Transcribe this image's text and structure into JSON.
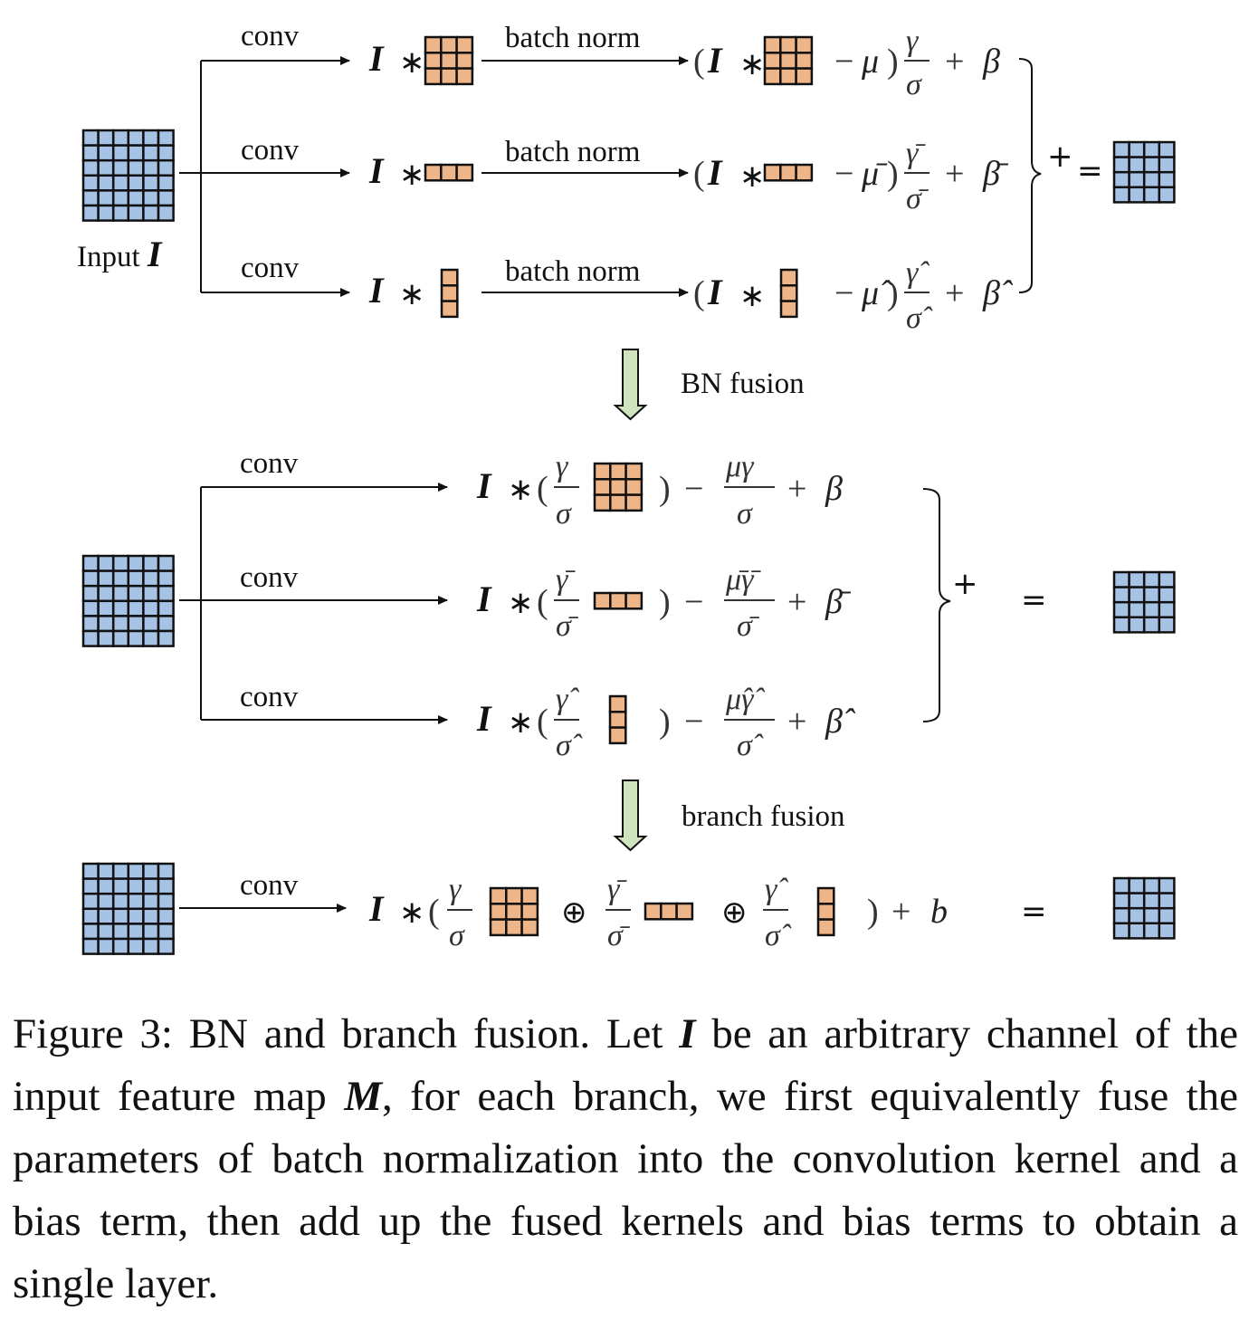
{
  "figure": {
    "colors": {
      "input_fill": "#a6c3e6",
      "kernel_fill": "#edb588",
      "grid_line": "#111111",
      "fusion_arrow_fill": "#cfe3bd"
    },
    "stage1": {
      "input_label": "Input ",
      "input_symbol": "I",
      "input_grid": {
        "rows": 6,
        "cols": 6
      },
      "output_grid": {
        "rows": 4,
        "cols": 4
      },
      "plus": "+",
      "equals": "=",
      "branches": [
        {
          "conv_label": "conv",
          "bn_label": "batch norm",
          "kernel": {
            "rows": 3,
            "cols": 3
          },
          "mu": "μ",
          "gamma": "γ",
          "sigma": "σ",
          "beta": "β",
          "accent": "none"
        },
        {
          "conv_label": "conv",
          "bn_label": "batch norm",
          "kernel": {
            "rows": 1,
            "cols": 3
          },
          "mu": "μ̄",
          "gamma": "γ̄",
          "sigma": "σ̄",
          "beta": "β̄",
          "accent": "bar"
        },
        {
          "conv_label": "conv",
          "bn_label": "batch norm",
          "kernel": {
            "rows": 3,
            "cols": 1
          },
          "mu": "μ̂",
          "gamma": "γ̂",
          "sigma": "σ̂",
          "beta": "β̂",
          "accent": "hat"
        }
      ]
    },
    "transition1": {
      "label": "BN fusion"
    },
    "stage2": {
      "input_grid": {
        "rows": 6,
        "cols": 6
      },
      "output_grid": {
        "rows": 4,
        "cols": 4
      },
      "plus": "+",
      "equals": "=",
      "branches": [
        {
          "conv_label": "conv",
          "kernel": {
            "rows": 3,
            "cols": 3
          },
          "gamma": "γ",
          "sigma": "σ",
          "mugamma": "μγ",
          "beta": "β"
        },
        {
          "conv_label": "conv",
          "kernel": {
            "rows": 1,
            "cols": 3
          },
          "gamma": "γ̄",
          "sigma": "σ̄",
          "mugamma": "μ̄γ̄",
          "beta": "β̄"
        },
        {
          "conv_label": "conv",
          "kernel": {
            "rows": 3,
            "cols": 1
          },
          "gamma": "γ̂",
          "sigma": "σ̂",
          "mugamma": "μ̂γ̂",
          "beta": "β̂"
        }
      ]
    },
    "transition2": {
      "label": "branch fusion"
    },
    "stage3": {
      "conv_label": "conv",
      "input_grid": {
        "rows": 6,
        "cols": 6
      },
      "output_grid": {
        "rows": 4,
        "cols": 4
      },
      "terms": [
        {
          "gamma": "γ",
          "sigma": "σ",
          "kernel": {
            "rows": 3,
            "cols": 3
          }
        },
        {
          "gamma": "γ̄",
          "sigma": "σ̄",
          "kernel": {
            "rows": 1,
            "cols": 3
          }
        },
        {
          "gamma": "γ̂",
          "sigma": "σ̂",
          "kernel": {
            "rows": 3,
            "cols": 1
          }
        }
      ],
      "oplus": "⊕",
      "bias": "b",
      "equals": "="
    },
    "symbols": {
      "I": "I",
      "star": "∗",
      "lparen": "(",
      "rparen": ")",
      "minus": "−",
      "plus": "+"
    }
  },
  "caption": {
    "prefix": "Figure 3: BN and branch fusion. Let ",
    "sym_I": "I",
    "middle": " be an arbitrary channel of the input feature map ",
    "sym_M": "M",
    "suffix": ", for each branch, we first equivalently fuse the parameters of batch normalization into the convolution kernel and a bias term, then add up the fused kernels and bias terms to obtain a single layer."
  }
}
